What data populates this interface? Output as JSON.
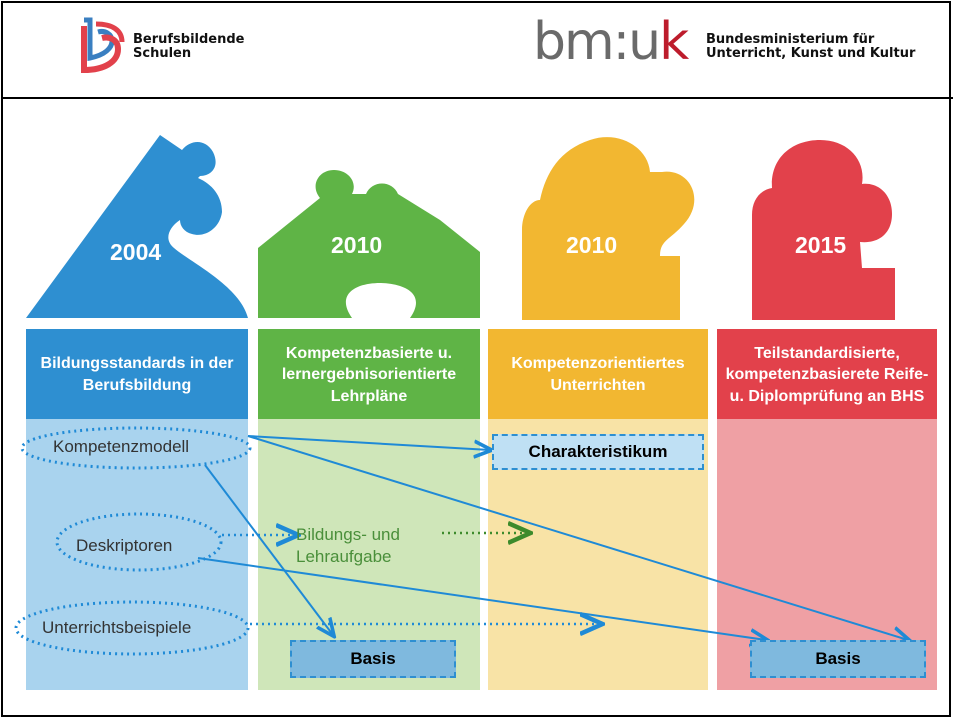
{
  "header": {
    "bbs_logo_line1": "Berufsbildende",
    "bbs_logo_line2": "Schulen",
    "bmuk_wordmark_left": "bm:u",
    "bmuk_wordmark_right": "k",
    "ministry_line1": "Bundesministerium für",
    "ministry_line2": "Unterricht, Kunst und Kultur"
  },
  "columns": [
    {
      "year": "2004",
      "title": "Bildungsstandards in der Berufsbildung",
      "color": "#2e8fd1"
    },
    {
      "year": "2010",
      "title": "Kompetenzbasierte u. lernergebnisorientierte Lehrpläne",
      "color": "#5fb446"
    },
    {
      "year": "2010",
      "title": "Kompetenzorientiertes Unterrichten",
      "color": "#f2b731"
    },
    {
      "year": "2015",
      "title": "Teilstandardisierte, kompetenzbasierete Reife- u. Diplomprüfung an BHS",
      "color": "#e2414b"
    }
  ],
  "elements": {
    "kompetenzmodell": "Kompetenzmodell",
    "deskriptoren": "Deskriptoren",
    "unterrichtsbeispiele": "Unterrichtsbeispiele",
    "bildungs_line1": "Bildungs- und",
    "bildungs_line2": "Lehraufgabe",
    "charakteristikum": "Charakteristikum",
    "basis_left": "Basis",
    "basis_right": "Basis"
  }
}
